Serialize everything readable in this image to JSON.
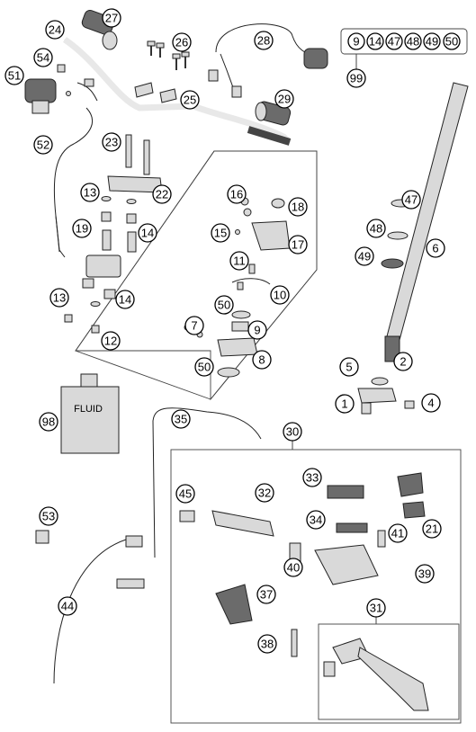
{
  "fluid_label": "FLUID",
  "callouts": [
    "27",
    "24",
    "26",
    "28",
    "9",
    "14",
    "47",
    "48",
    "49",
    "50",
    "99",
    "54",
    "51",
    "25",
    "29",
    "52",
    "23",
    "6",
    "13",
    "22",
    "16",
    "18",
    "47",
    "48",
    "19",
    "14",
    "15",
    "17",
    "49",
    "11",
    "10",
    "13",
    "14",
    "50",
    "9",
    "7",
    "12",
    "8",
    "5",
    "2",
    "50",
    "1",
    "4",
    "98",
    "35",
    "30",
    "33",
    "21",
    "45",
    "32",
    "53",
    "34",
    "41",
    "40",
    "39",
    "37",
    "31",
    "44",
    "38"
  ]
}
